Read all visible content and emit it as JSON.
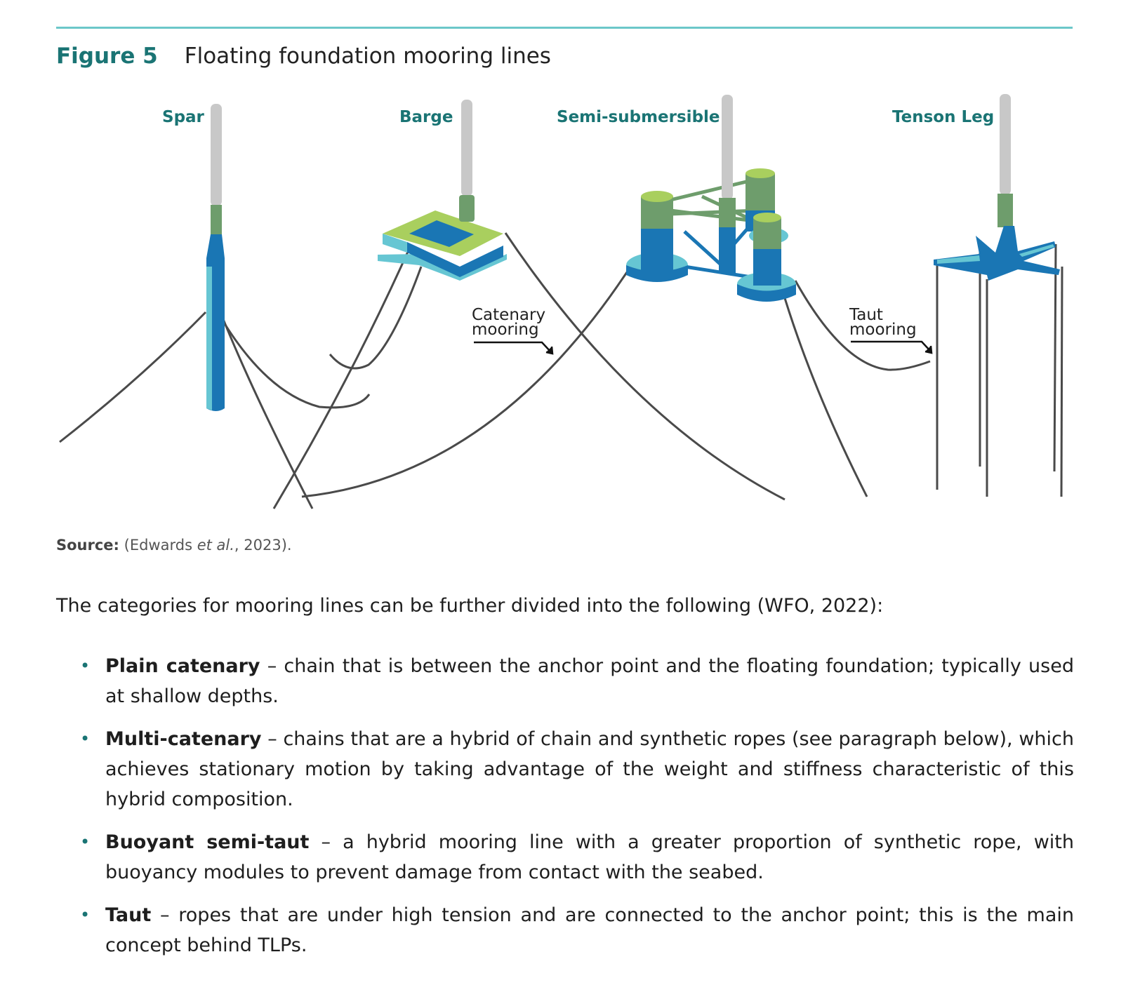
{
  "figure": {
    "number": "Figure 5",
    "title": "Floating foundation mooring lines",
    "labels": {
      "spar": "Spar",
      "barge": "Barge",
      "semi": "Semi-submersible",
      "tension_leg": "Tenson Leg"
    },
    "annotations": {
      "catenary_line1": "Catenary",
      "catenary_line2": "mooring",
      "taut_line1": "Taut",
      "taut_line2": "mooring"
    },
    "colors": {
      "tower": "#c8c8c8",
      "transition": "#6e9d6c",
      "light_green": "#a9cf5e",
      "blue": "#1a76b4",
      "cyan": "#66c6d3",
      "line": "#4a4a4a"
    }
  },
  "source": {
    "label": "Source:",
    "text_before": "(Edwards ",
    "italic": "et al.",
    "text_after": ", 2023)."
  },
  "intro": "The categories for mooring lines can be further divided into the following (WFO, 2022):",
  "bullets": [
    {
      "term": "Plain catenary",
      "text": " – chain that is between the anchor point and the floating foundation; typically used at shallow depths."
    },
    {
      "term": "Multi-catenary",
      "text": " – chains that are a hybrid of chain and synthetic ropes (see paragraph below), which achieves stationary motion by taking advantage of the weight and stiffness characteristic of this hybrid composition."
    },
    {
      "term": "Buoyant semi-taut",
      "text": " – a hybrid mooring line with a greater proportion of synthetic rope, with buoyancy modules to prevent damage from contact with the seabed."
    },
    {
      "term": "Taut",
      "text": " – ropes that are under high tension and are connected to the anchor point; this is the main concept behind TLPs."
    }
  ]
}
